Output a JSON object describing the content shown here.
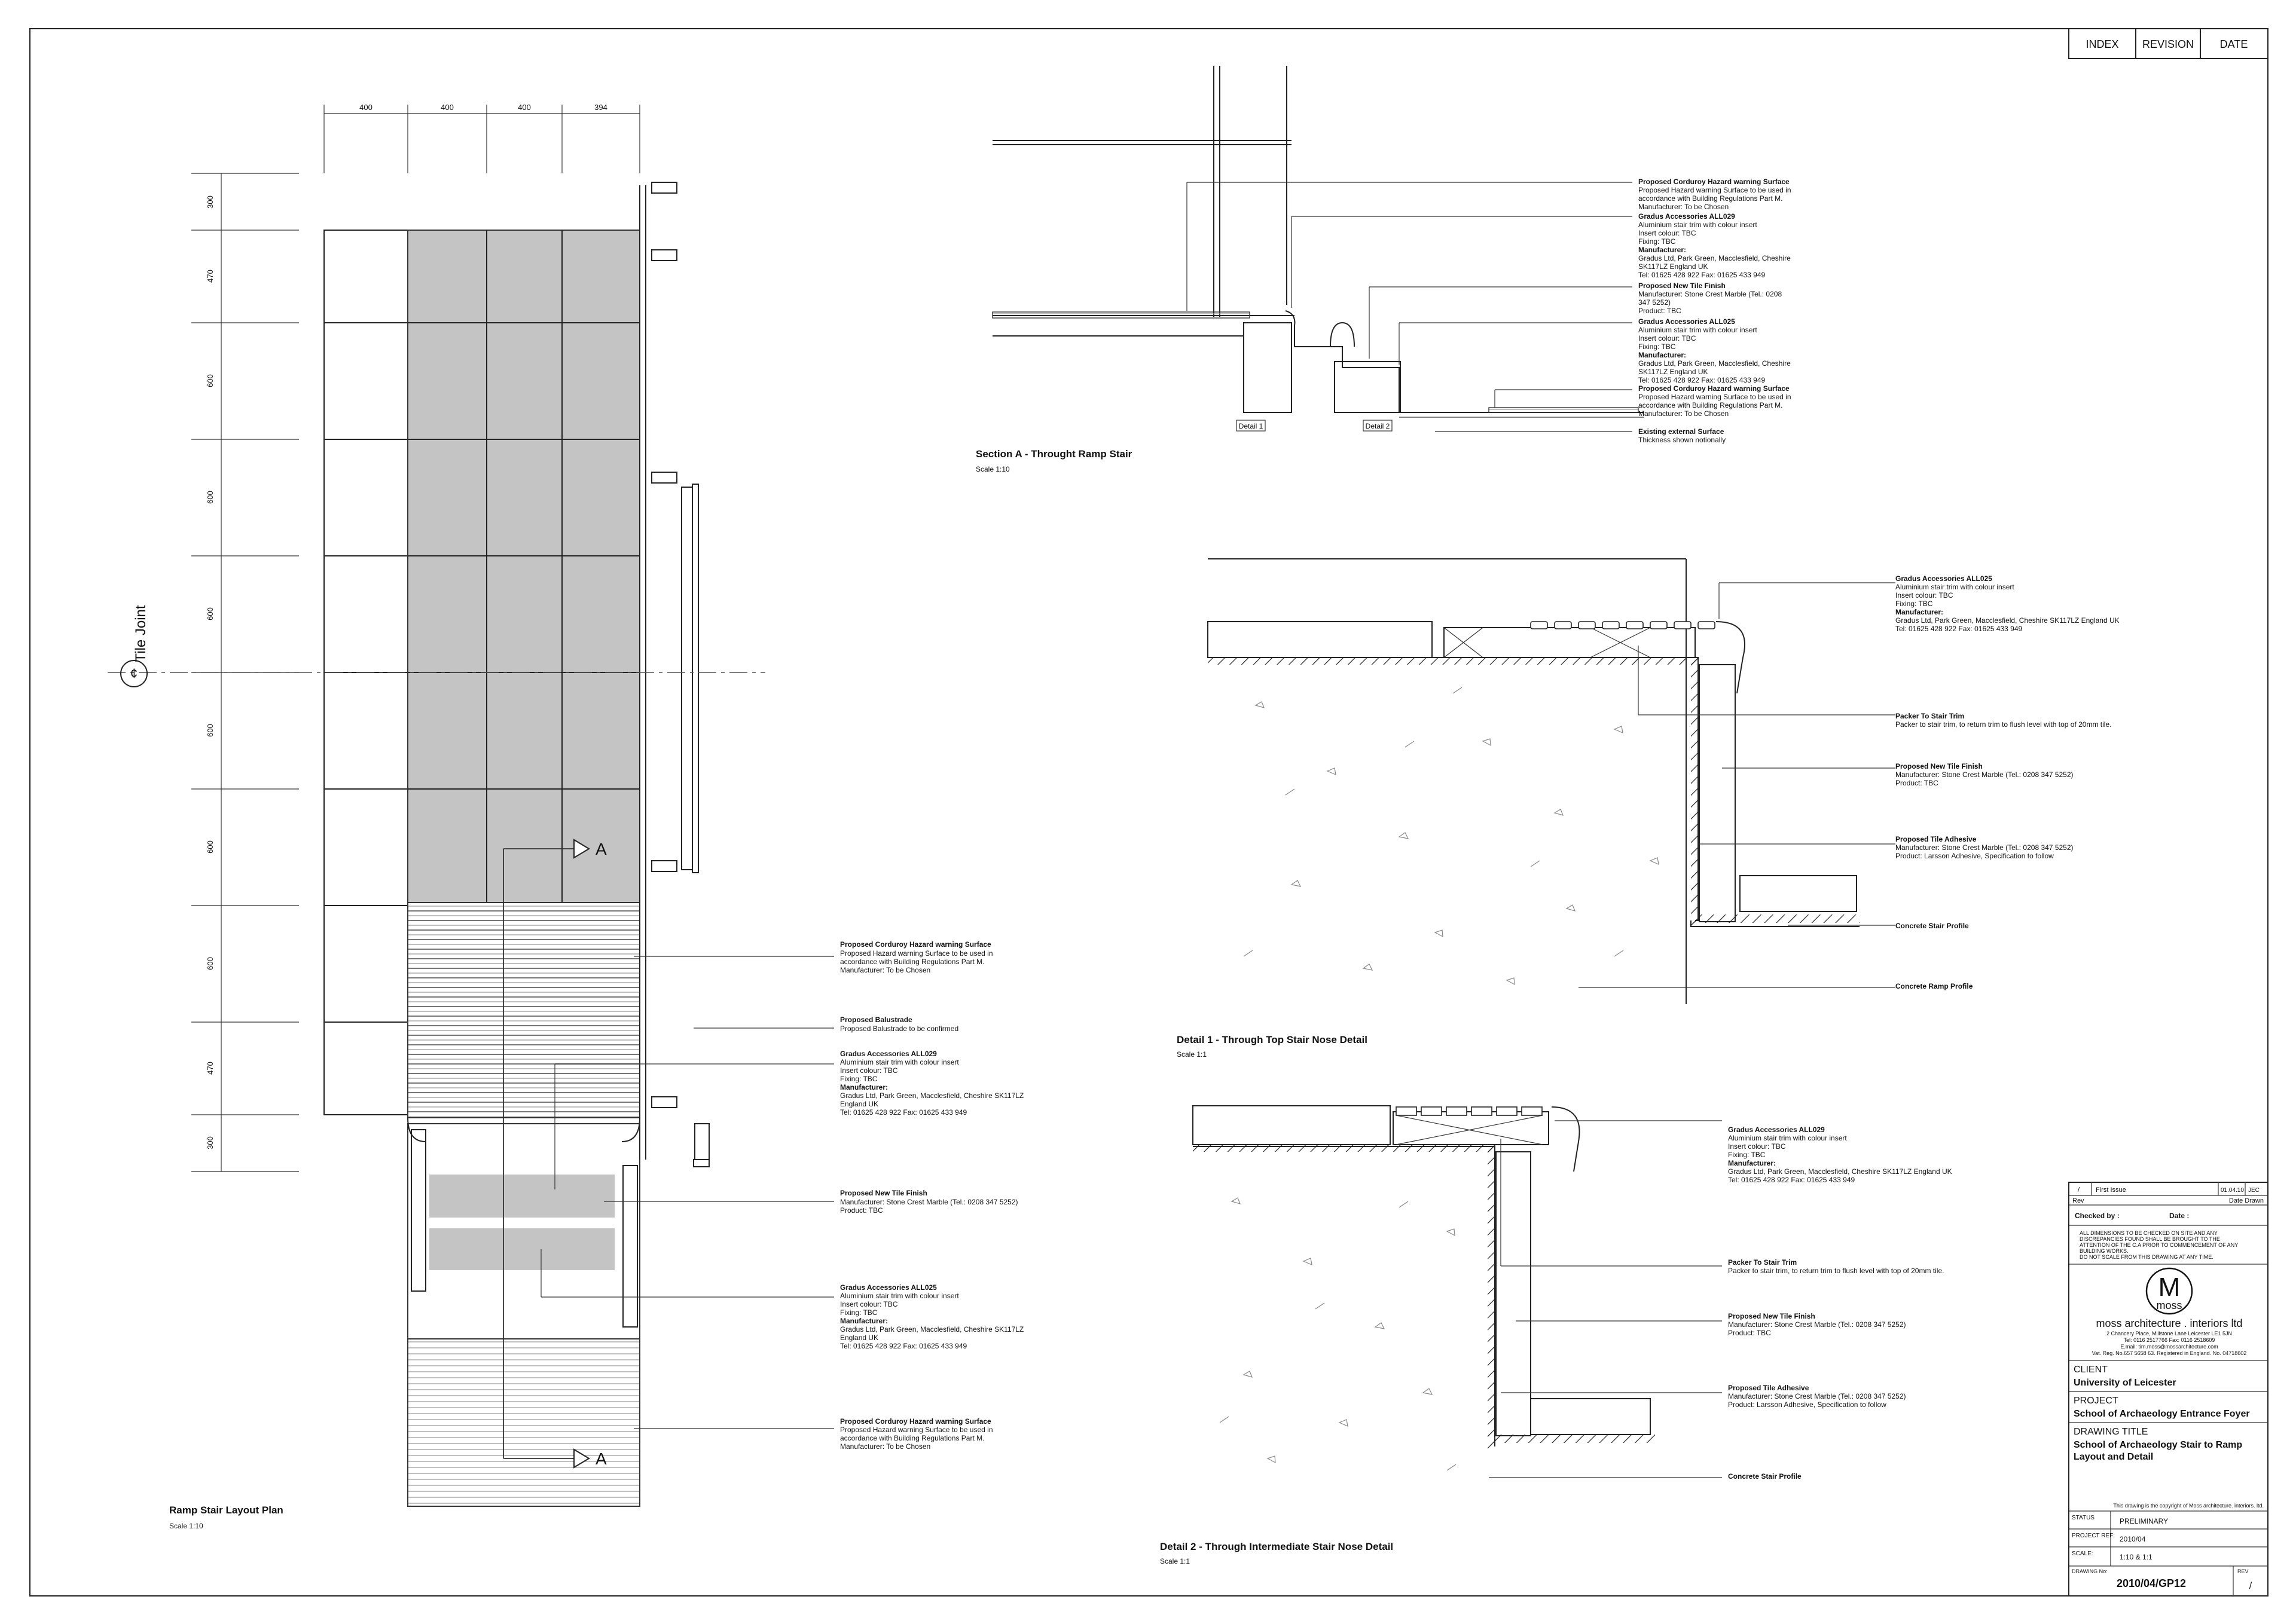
{
  "revision_header": {
    "index": "INDEX",
    "revision": "REVISION",
    "date": "DATE"
  },
  "plan": {
    "title": "Ramp Stair Layout Plan",
    "scale": "Scale 1:10",
    "top_dims": [
      "400",
      "400",
      "400",
      "394"
    ],
    "side_dims": [
      "300",
      "470",
      "600",
      "600",
      "600",
      "600",
      "600",
      "600",
      "470",
      "300"
    ],
    "tile_joint": "Tile Joint",
    "cl_symbol": "¢",
    "section_marker": "A",
    "notes": [
      {
        "title": "Proposed Corduroy Hazard warning Surface",
        "lines": [
          "Proposed Hazard warning Surface to be used in",
          "accordance with Building Regulations Part M.",
          "Manufacturer: To be Chosen"
        ]
      },
      {
        "title": "Proposed Balustrade",
        "lines": [
          "Proposed Balustrade to be confirmed"
        ]
      },
      {
        "title": "Gradus Accessories ALL029",
        "lines": [
          "Aluminium stair trim with colour insert",
          "Insert colour: TBC",
          "Fixing: TBC",
          "Manufacturer:",
          "Gradus Ltd, Park Green, Macclesfield, Cheshire SK117LZ",
          "England UK",
          "Tel: 01625 428 922 Fax: 01625 433 949"
        ]
      },
      {
        "title": "Proposed New Tile Finish",
        "lines": [
          "Manufacturer: Stone Crest Marble (Tel.: 0208 347 5252)",
          "Product: TBC"
        ]
      },
      {
        "title": "Gradus Accessories ALL025",
        "lines": [
          "Aluminium stair trim with colour insert",
          "Insert colour: TBC",
          "Fixing: TBC",
          "Manufacturer:",
          "Gradus Ltd, Park Green, Macclesfield, Cheshire SK117LZ",
          "England UK",
          "Tel: 01625 428 922 Fax: 01625 433 949"
        ]
      },
      {
        "title": "Proposed Corduroy Hazard warning Surface",
        "lines": [
          "Proposed Hazard warning Surface to be used in",
          "accordance with Building Regulations Part M.",
          "Manufacturer: To be Chosen"
        ]
      }
    ]
  },
  "section_a": {
    "title": "Section A - Throught Ramp Stair",
    "scale": "Scale 1:10",
    "detail1_tag": "Detail 1",
    "detail2_tag": "Detail 2",
    "notes": [
      {
        "title": "Proposed Corduroy Hazard warning Surface",
        "lines": [
          "Proposed Hazard warning Surface to be used in",
          "accordance with Building Regulations Part M.",
          "Manufacturer: To be Chosen"
        ]
      },
      {
        "title": "Gradus Accessories ALL029",
        "lines": [
          "Aluminium stair trim with colour insert",
          "Insert colour: TBC",
          "Fixing: TBC",
          "Manufacturer:",
          "Gradus Ltd, Park Green, Macclesfield, Cheshire",
          "SK117LZ England UK",
          "Tel: 01625 428 922 Fax: 01625 433 949"
        ]
      },
      {
        "title": "Proposed New Tile Finish",
        "lines": [
          "Manufacturer: Stone Crest Marble (Tel.: 0208",
          "347 5252)",
          "Product: TBC"
        ]
      },
      {
        "title": "Gradus Accessories ALL025",
        "lines": [
          "Aluminium stair trim with colour insert",
          "Insert colour: TBC",
          "Fixing: TBC",
          "Manufacturer:",
          "Gradus Ltd, Park Green, Macclesfield, Cheshire",
          "SK117LZ England UK",
          "Tel: 01625 428 922 Fax: 01625 433 949"
        ]
      },
      {
        "title": "Proposed Corduroy Hazard warning Surface",
        "lines": [
          "Proposed Hazard warning Surface to be used in",
          "accordance with Building Regulations Part M.",
          "Manufacturer: To be Chosen"
        ]
      },
      {
        "title": "Existing external Surface",
        "lines": [
          "Thickness shown notionally"
        ]
      }
    ]
  },
  "detail1": {
    "title": "Detail 1 - Through Top Stair Nose Detail",
    "scale": "Scale 1:1",
    "notes": [
      {
        "title": "Gradus Accessories ALL025",
        "lines": [
          "Aluminium stair trim with colour insert",
          "Insert colour: TBC",
          "Fixing: TBC",
          "Manufacturer:",
          "Gradus Ltd, Park Green, Macclesfield, Cheshire SK117LZ England UK",
          "Tel: 01625 428 922 Fax: 01625 433 949"
        ]
      },
      {
        "title": "Packer To Stair Trim",
        "lines": [
          "Packer to stair trim, to return trim to flush level with top of 20mm tile."
        ]
      },
      {
        "title": "Proposed New Tile Finish",
        "lines": [
          "Manufacturer: Stone Crest Marble (Tel.: 0208 347 5252)",
          "Product: TBC"
        ]
      },
      {
        "title": "Proposed Tile Adhesive",
        "lines": [
          "Manufacturer: Stone Crest Marble (Tel.: 0208 347 5252)",
          "Product: Larsson Adhesive, Specification to follow"
        ]
      },
      {
        "title": "Concrete Stair Profile",
        "lines": []
      },
      {
        "title": "Concrete Ramp Profile",
        "lines": []
      }
    ]
  },
  "detail2": {
    "title": "Detail 2 - Through Intermediate Stair Nose Detail",
    "scale": "Scale 1:1",
    "notes": [
      {
        "title": "Gradus Accessories ALL029",
        "lines": [
          "Aluminium stair trim with colour insert",
          "Insert colour: TBC",
          "Fixing: TBC",
          "Manufacturer:",
          "Gradus Ltd, Park Green, Macclesfield, Cheshire SK117LZ England UK",
          "Tel: 01625 428 922 Fax: 01625 433 949"
        ]
      },
      {
        "title": "Packer To Stair Trim",
        "lines": [
          "Packer to stair trim, to return trim to flush level with top of 20mm tile."
        ]
      },
      {
        "title": "Proposed New Tile Finish",
        "lines": [
          "Manufacturer: Stone Crest Marble (Tel.: 0208 347 5252)",
          "Product: TBC"
        ]
      },
      {
        "title": "Proposed Tile Adhesive",
        "lines": [
          "Manufacturer: Stone Crest Marble (Tel.: 0208 347 5252)",
          "Product: Larsson Adhesive, Specification to follow"
        ]
      },
      {
        "title": "Concrete Stair Profile",
        "lines": []
      }
    ]
  },
  "title_block": {
    "rev_index": "/",
    "rev_desc": "First Issue",
    "rev_date": "01.04.10",
    "rev_by": "JEC",
    "rev_label": "Rev",
    "date_drawn_label": "Date  Drawn",
    "checked_by": "Checked by :",
    "date_label": "Date :",
    "disclaimer": [
      "ALL DIMENSIONS TO BE CHECKED ON SITE AND ANY",
      "DISCREPANCIES FOUND SHALL BE BROUGHT TO THE",
      "ATTENTION OF THE C.A PRIOR TO COMMENCEMENT OF ANY",
      "BUILDING WORKS.",
      "DO NOT SCALE FROM THIS DRAWING AT ANY TIME."
    ],
    "logo_letter": "M",
    "logo_word": "moss",
    "company": "moss architecture . interiors ltd",
    "address": [
      "2 Chancery Place, Millstone Lane Leicester LE1 5JN",
      "Tel: 0116 2517766  Fax: 0116 2518609",
      "E.mail: tim.moss@mossarchitecture.com",
      "Vat. Reg. No.657 5658 63. Registered in England. No. 04718602"
    ],
    "client_label": "CLIENT",
    "client": "University of Leicester",
    "project_label": "PROJECT",
    "project": "School of Archaeology Entrance Foyer",
    "drawing_title_label": "DRAWING TITLE",
    "drawing_title": [
      "School of Archaeology Stair to Ramp",
      "Layout and Detail"
    ],
    "copyright": "This drawing is the copyright of Moss architecture. interiors. ltd.",
    "status_label": "STATUS",
    "status": "PRELIMINARY",
    "project_ref_label": "PROJECT REF:",
    "project_ref": "2010/04",
    "scale_label": "SCALE:",
    "scale": "1:10 & 1:1",
    "drawing_no_label": "DRAWING No:",
    "drawing_no": "2010/04/GP12",
    "rev_box_label": "REV",
    "rev_box": "/"
  }
}
